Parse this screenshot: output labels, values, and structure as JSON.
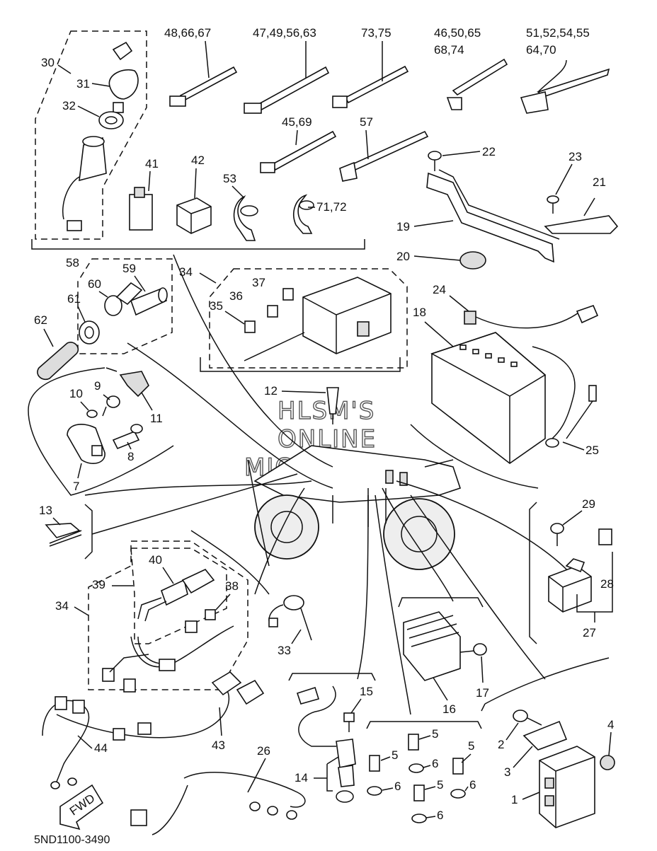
{
  "diagram": {
    "code": "5ND1100-3490",
    "watermark": [
      "HLSM'S",
      "ONLINE",
      "MICROFICHE"
    ],
    "fwd_label": "FWD",
    "callouts": {
      "c1": "1",
      "c2": "2",
      "c3": "3",
      "c4": "4",
      "c5a": "5",
      "c5b": "5",
      "c5c": "5",
      "c5d": "5",
      "c6a": "6",
      "c6b": "6",
      "c6c": "6",
      "c6d": "6",
      "c7": "7",
      "c8": "8",
      "c9": "9",
      "c10": "10",
      "c11": "11",
      "c12": "12",
      "c13": "13",
      "c14": "14",
      "c15": "15",
      "c16": "16",
      "c17": "17",
      "c18": "18",
      "c19": "19",
      "c20": "20",
      "c21": "21",
      "c22": "22",
      "c23": "23",
      "c24": "24",
      "c25": "25",
      "c26": "26",
      "c27": "27",
      "c28": "28",
      "c29": "29",
      "c30": "30",
      "c31": "31",
      "c32": "32",
      "c33": "33",
      "c34a": "34",
      "c34b": "34",
      "c35": "35",
      "c36": "36",
      "c37": "37",
      "c38": "38",
      "c39": "39",
      "c40": "40",
      "c41": "41",
      "c42": "42",
      "c43": "43",
      "c44": "44",
      "c45": "45,69",
      "c47": "47,49,56,63",
      "c48": "48,66,67",
      "c73": "73,75",
      "c46a": "46,50,65",
      "c46b": "68,74",
      "c51a": "51,52,54,55",
      "c51b": "64,70",
      "c53": "53",
      "c57": "57",
      "c58": "58",
      "c59": "59",
      "c60": "60",
      "c61": "61",
      "c62": "62",
      "c71": "71,72"
    }
  }
}
